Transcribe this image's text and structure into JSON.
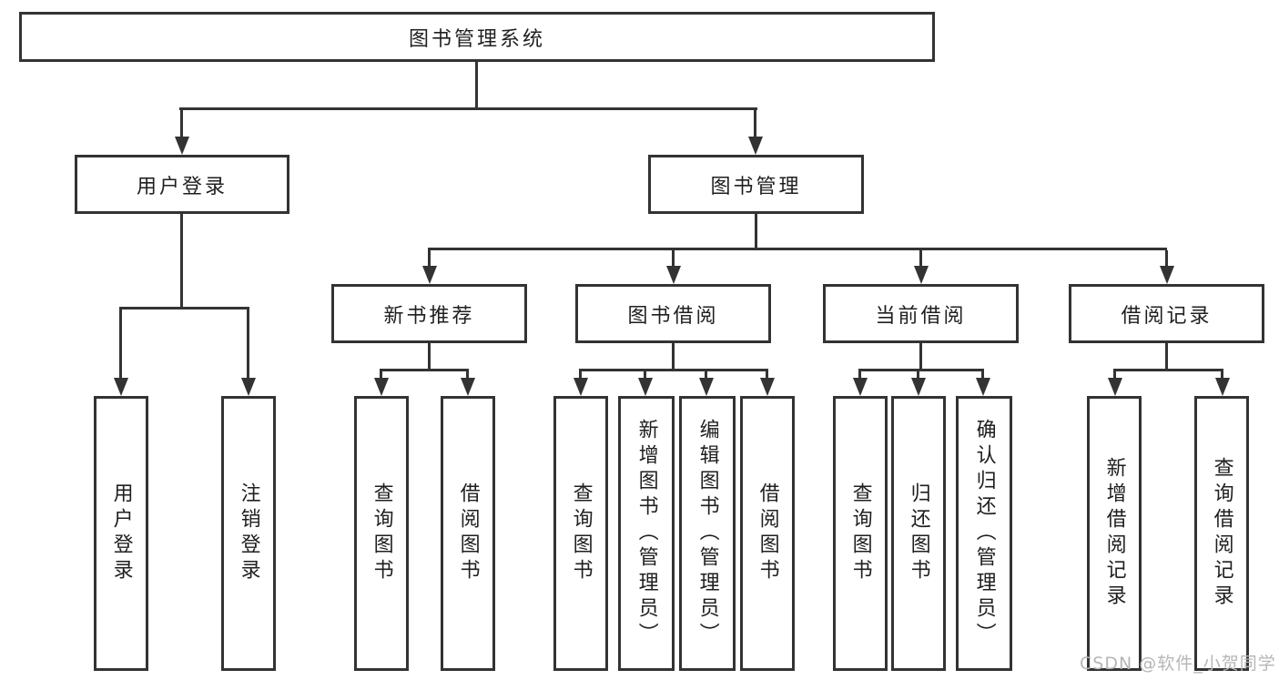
{
  "title": "图书管理系统",
  "colors": {
    "line": "#333333",
    "box_border": "#333333",
    "box_background": "#ffffff",
    "text": "#1f1f1f",
    "watermark": "#b6b6b6",
    "background": "#ffffff"
  },
  "watermark": "CSDN @软件_小贺同学",
  "tree": {
    "label": "图书管理系统",
    "children": [
      {
        "label": "用户登录",
        "children": [
          {
            "label": "用户登录"
          },
          {
            "label": "注销登录"
          }
        ]
      },
      {
        "label": "图书管理",
        "children": [
          {
            "label": "新书推荐",
            "children": [
              {
                "label": "查询图书"
              },
              {
                "label": "借阅图书"
              }
            ]
          },
          {
            "label": "图书借阅",
            "children": [
              {
                "label": "查询图书"
              },
              {
                "label": "新增图书（管理员）"
              },
              {
                "label": "编辑图书（管理员）"
              },
              {
                "label": "借阅图书"
              }
            ]
          },
          {
            "label": "当前借阅",
            "children": [
              {
                "label": "查询图书"
              },
              {
                "label": "归还图书"
              },
              {
                "label": "确认归还（管理员）"
              }
            ]
          },
          {
            "label": "借阅记录",
            "children": [
              {
                "label": "新增借阅记录"
              },
              {
                "label": "查询借阅记录"
              }
            ]
          }
        ]
      }
    ]
  }
}
